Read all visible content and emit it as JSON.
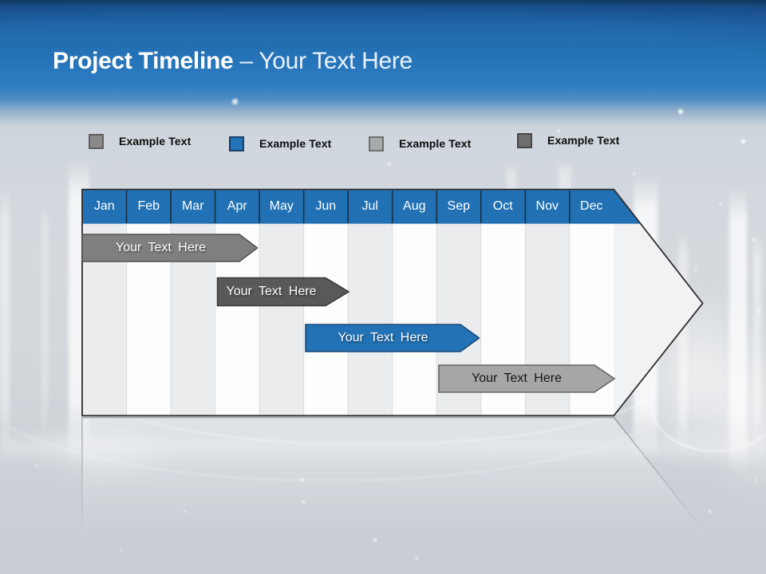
{
  "slide": {
    "title_bold": "Project Timeline",
    "title_rest": "– Your Text Here",
    "accent_blue": "#2272b5",
    "header_band_blue": "#2573b7"
  },
  "legend": {
    "items": [
      {
        "label": "Example Text",
        "color": "#8a8a8a"
      },
      {
        "label": "Example Text",
        "color": "#2273b6"
      },
      {
        "label": "Example Text",
        "color": "#a9a9a9"
      },
      {
        "label": "Example Text",
        "color": "#6e6e6e"
      }
    ]
  },
  "timeline": {
    "months": [
      "Jan",
      "Feb",
      "Mar",
      "Apr",
      "May",
      "Jun",
      "Jul",
      "Aug",
      "Sep",
      "Oct",
      "Nov",
      "Dec"
    ],
    "bars": [
      {
        "label": "Your Text Here",
        "color": "#7f7f7f",
        "text_color": "#ffffff"
      },
      {
        "label": "Your Text Here",
        "color": "#595959",
        "text_color": "#ffffff"
      },
      {
        "label": "Your Text Here",
        "color": "#2272b5",
        "text_color": "#ffffff"
      },
      {
        "label": "Your Text Here",
        "color": "#a6a6a6",
        "text_color": "#161616"
      }
    ]
  },
  "chart_data": {
    "type": "bar",
    "subtype": "gantt-timeline",
    "title": "Project Timeline – Your Text Here",
    "categories": [
      "Jan",
      "Feb",
      "Mar",
      "Apr",
      "May",
      "Jun",
      "Jul",
      "Aug",
      "Sep",
      "Oct",
      "Nov",
      "Dec"
    ],
    "x_axis_position": "top",
    "xlim_months": [
      0,
      12
    ],
    "grid": "vertical month stripes, alternating gray/white",
    "legend_position": "above chart",
    "legend_entries": [
      "Example Text",
      "Example Text",
      "Example Text",
      "Example Text"
    ],
    "series": [
      {
        "name": "Your Text Here",
        "row": 1,
        "start_month": 0.0,
        "end_month": 4.0,
        "color": "#7f7f7f"
      },
      {
        "name": "Your Text Here",
        "row": 2,
        "start_month": 3.1,
        "end_month": 6.0,
        "color": "#595959"
      },
      {
        "name": "Your Text Here",
        "row": 3,
        "start_month": 5.1,
        "end_month": 9.0,
        "color": "#2272b5"
      },
      {
        "name": "Your Text Here",
        "row": 4,
        "start_month": 8.1,
        "end_month": 12.0,
        "color": "#a6a6a6"
      }
    ],
    "container_shape": "right-pointing arrow"
  }
}
